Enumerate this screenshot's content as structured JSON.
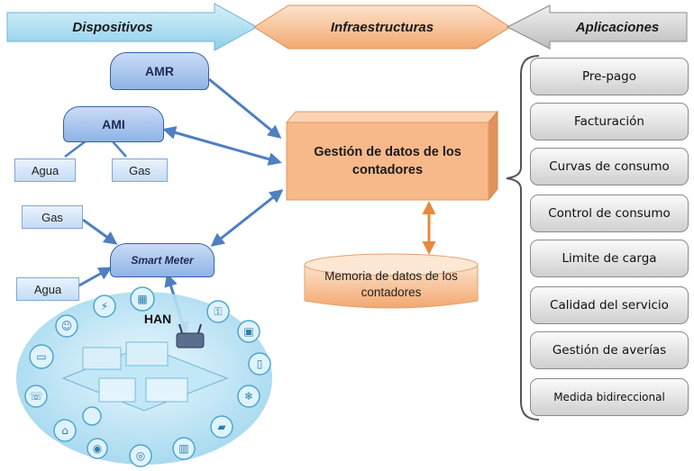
{
  "header": {
    "devices": "Dispositivos",
    "infrastructure": "Infraestructuras",
    "applications": "Aplicaciones"
  },
  "devices": {
    "amr": "AMR",
    "ami": "AMI",
    "ami_water": "Agua",
    "ami_gas": "Gas",
    "sm_gas": "Gas",
    "sm_water": "Agua",
    "smart_meter": "Smart Meter",
    "han": "HAN"
  },
  "infrastructure": {
    "mdm": "Gestión de datos de los contadores",
    "memory": "Memoria de datos de los contadores"
  },
  "applications": [
    "Pre-pago",
    "Facturación",
    "Curvas de consumo",
    "Control de consumo",
    "Limite de carga",
    "Calidad del servicio",
    "Gestión de averías",
    "Medida bidireccional"
  ],
  "colors": {
    "devices_arrow": "#a9ddf2",
    "infra_arrow": "#f6c39b",
    "apps_arrow": "#d2d2d2",
    "mdm_box": "#f8b98a",
    "connector": "#4f7fc0",
    "memory_link": "#e8893c"
  }
}
